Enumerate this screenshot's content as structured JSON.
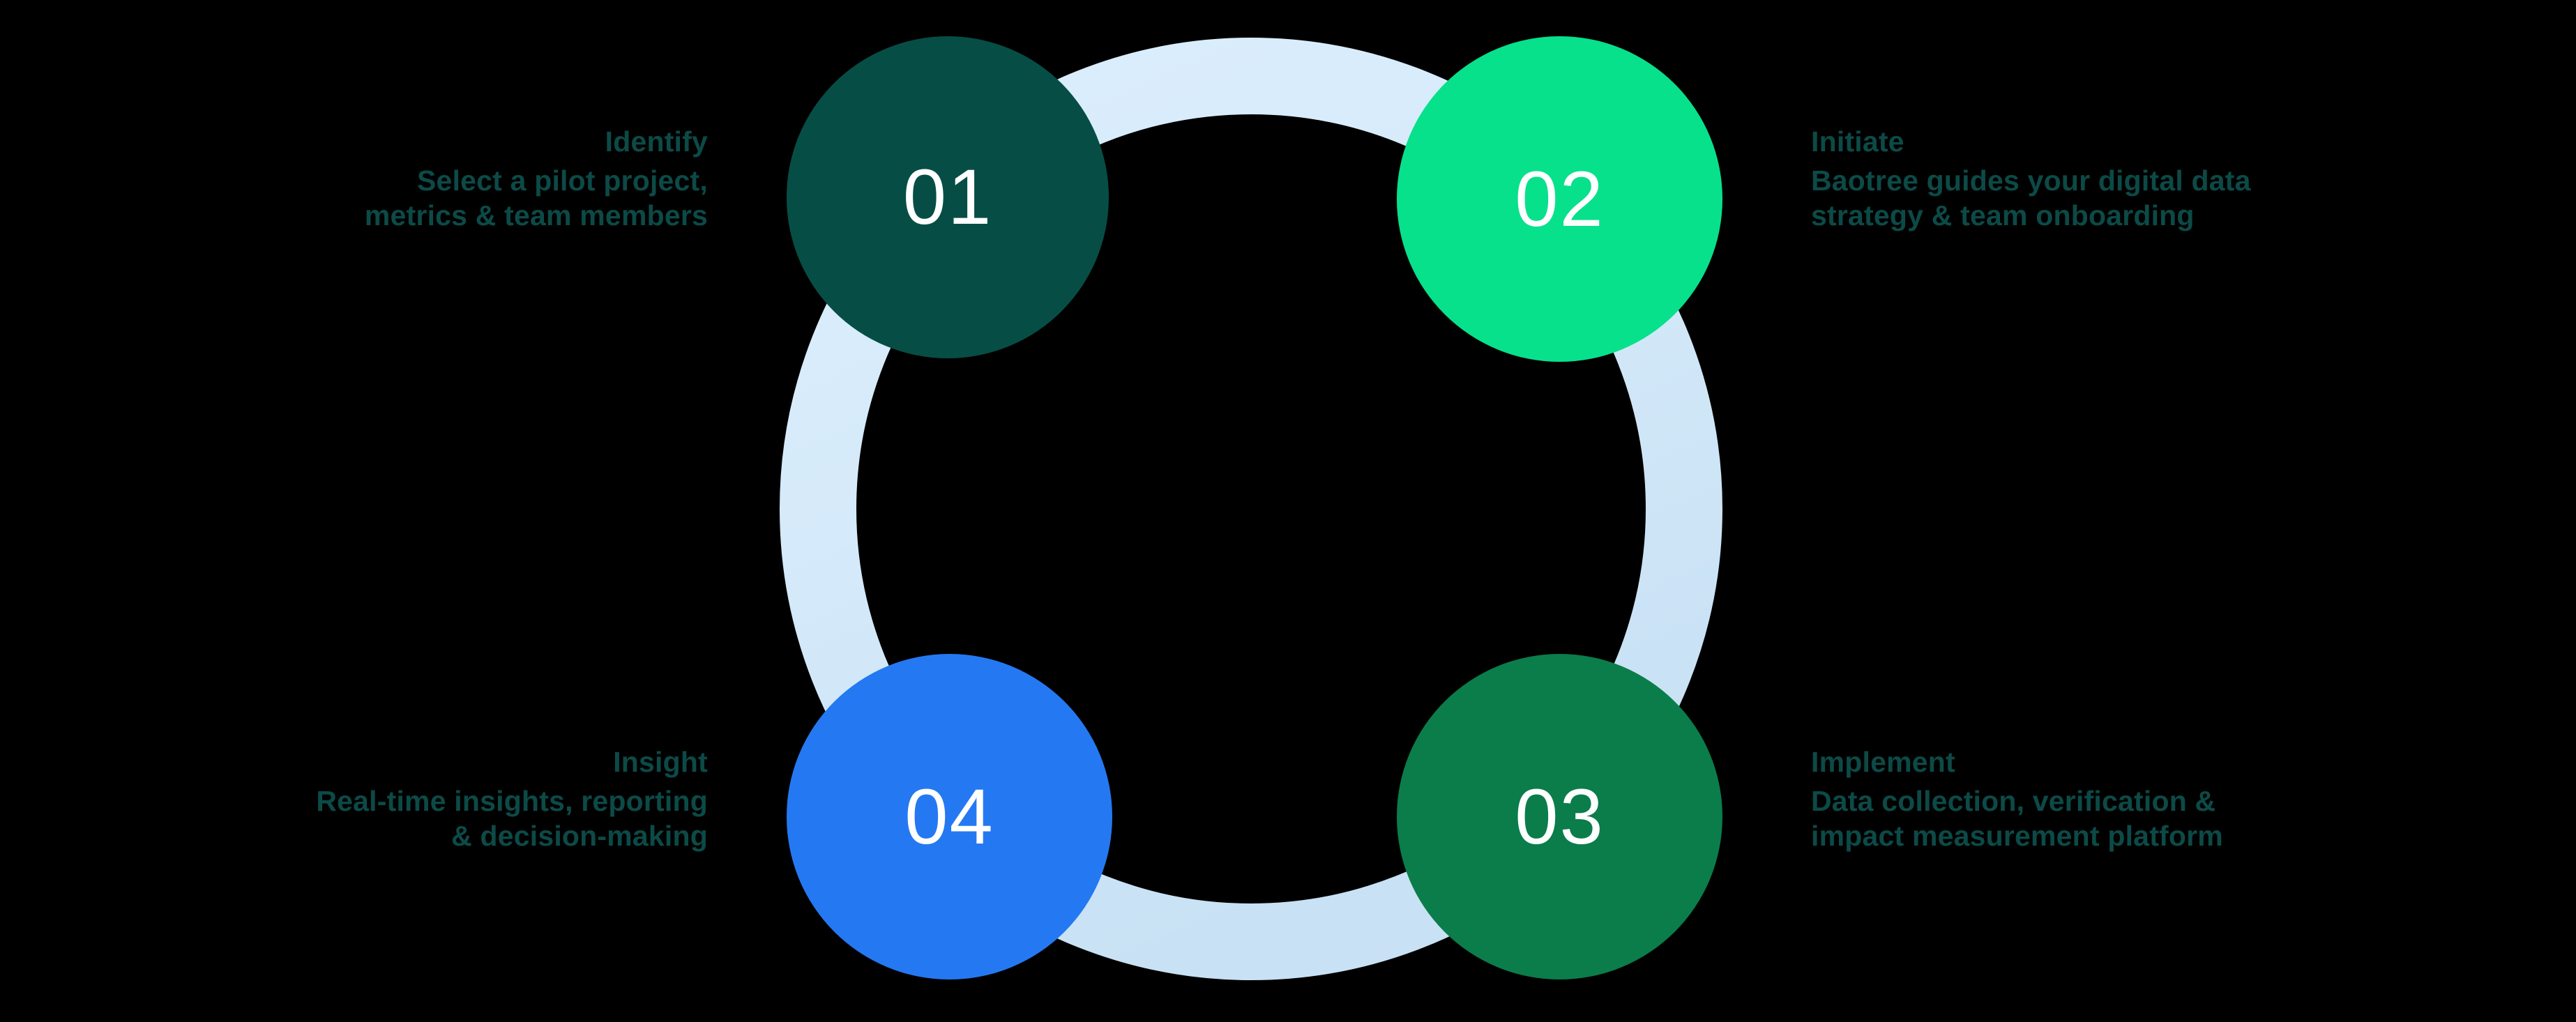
{
  "diagram": {
    "title": "Four-step cyclical process diagram",
    "background_color": "#000000",
    "ring": {
      "name": "connector-ring",
      "color": "#D5EAFA",
      "gradient_from": "#D8ECFB",
      "gradient_to": "#C6DEF2"
    },
    "text_color": "#0C4A47",
    "number_color": "#FFFFFF",
    "steps": [
      {
        "number": "01",
        "title": "Identify",
        "body_line1": "Select a pilot project,",
        "body_line2": "metrics & team members",
        "color": "#064E45",
        "position": "top-left",
        "align": "right"
      },
      {
        "number": "02",
        "title": "Initiate",
        "body_line1": "Baotree guides your digital data",
        "body_line2": "strategy & team onboarding",
        "color": "#07E18B",
        "position": "top-right",
        "align": "left"
      },
      {
        "number": "03",
        "title": "Implement",
        "body_line1": "Data collection, verification &",
        "body_line2": "impact measurement platform",
        "color": "#0A7D4B",
        "position": "bottom-right",
        "align": "left"
      },
      {
        "number": "04",
        "title": "Insight",
        "body_line1": "Real-time insights, reporting",
        "body_line2": "& decision-making",
        "color": "#2479F2",
        "position": "bottom-left",
        "align": "right"
      }
    ]
  }
}
